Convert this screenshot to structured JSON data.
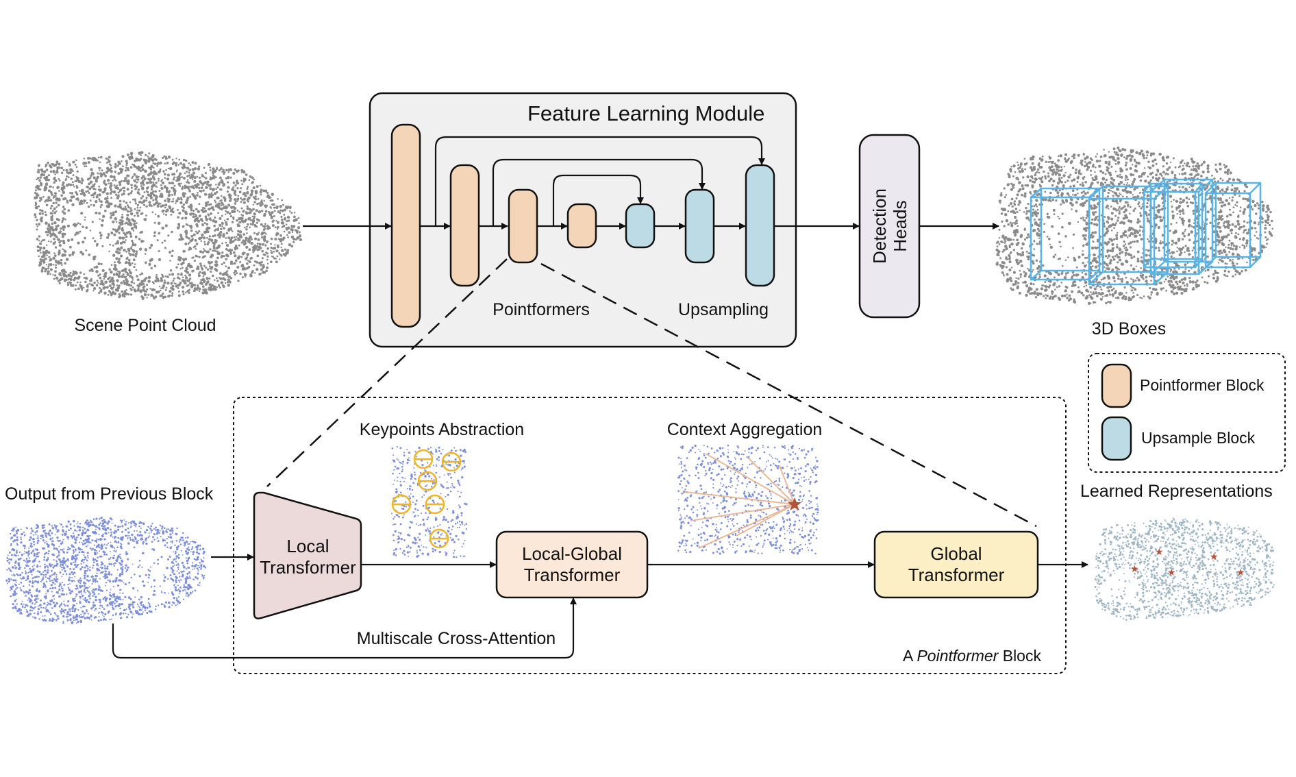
{
  "top": {
    "module_title": "Feature Learning Module",
    "pointformers_label": "Pointformers",
    "upsampling_label": "Upsampling",
    "detection_heads_line1": "Detection",
    "detection_heads_line2": "Heads",
    "scene_label": "Scene Point Cloud",
    "boxes_label": "3D Boxes"
  },
  "legend": {
    "items": [
      {
        "label": "Pointformer Block",
        "color": "#f5d5b8"
      },
      {
        "label": "Upsample Block",
        "color": "#bcdbe4"
      }
    ]
  },
  "block": {
    "output_prev_label": "Output from Previous Block",
    "keypoints_label": "Keypoints Abstraction",
    "context_label": "Context Aggregation",
    "local_line1": "Local",
    "local_line2": "Transformer",
    "local_global_line1": "Local-Global",
    "local_global_line2": "Transformer",
    "global_line1": "Global",
    "global_line2": "Transformer",
    "cross_attention_label": "Multiscale Cross-Attention",
    "caption_prefix": "A ",
    "caption_italic": "Pointformer",
    "caption_suffix": " Block",
    "learned_label": "Learned Representations"
  },
  "colors": {
    "pointformer": "#f5d5b8",
    "upsample": "#bcdbe4",
    "module_bg": "#f0f0f0",
    "detection": "#ebe8f0",
    "local_transformer": "#ecd9d9",
    "local_global": "#fbe8d8",
    "global": "#fcefc6",
    "point_gray": "#8a8a8a",
    "point_blue": "#7d8fdb",
    "box_blue": "#56b4e9",
    "keypoint_orange": "#f0b429"
  }
}
